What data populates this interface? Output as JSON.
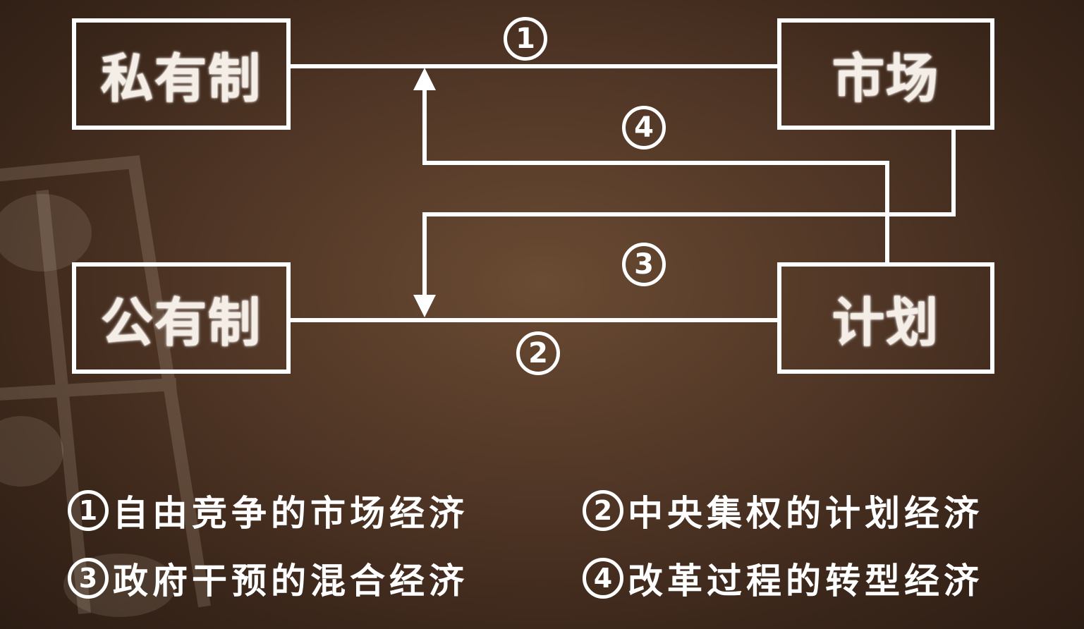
{
  "boxes": {
    "private": "私有制",
    "public": "公有制",
    "market": "市场",
    "plan": "计划"
  },
  "markers": {
    "m1": "1",
    "m2": "2",
    "m3": "3",
    "m4": "4"
  },
  "legend": [
    {
      "num": "1",
      "text": "自由竞争的市场经济"
    },
    {
      "num": "2",
      "text": "中央集权的计划经济"
    },
    {
      "num": "3",
      "text": "政府干预的混合经济"
    },
    {
      "num": "4",
      "text": "改革过程的转型经济"
    }
  ],
  "colors": {
    "line": "#ffffff",
    "background": "#4f3525",
    "text": "#ffffff"
  }
}
